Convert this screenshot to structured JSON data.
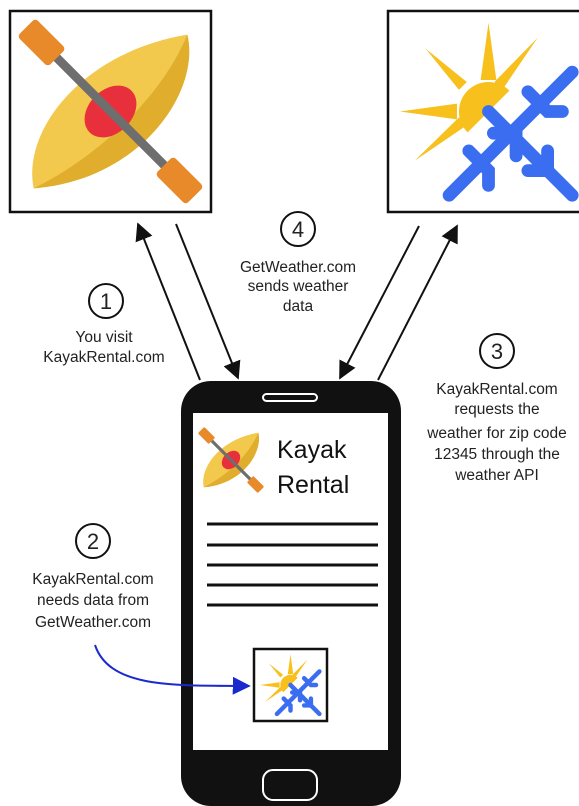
{
  "steps": [
    {
      "number": "1",
      "lines": [
        "You visit",
        "KayakRental.com"
      ]
    },
    {
      "number": "2",
      "lines": [
        "KayakRental.com",
        "needs data from",
        "GetWeather.com"
      ]
    },
    {
      "number": "3",
      "lines": [
        "KayakRental.com",
        "requests the",
        "weather for zip code",
        "12345 through the",
        "weather API"
      ]
    },
    {
      "number": "4",
      "lines": [
        "GetWeather.com",
        "sends weather",
        "data"
      ]
    }
  ],
  "phone": {
    "title_lines": [
      "Kayak",
      "Rental"
    ]
  },
  "icons": {
    "kayak": "kayak-icon",
    "weather": "sun-snowflake-icon"
  },
  "colors": {
    "kayak_body": "#f2c94c",
    "kayak_shadow": "#e0ad2c",
    "kayak_seat": "#e8303c",
    "paddle": "#e8892a",
    "sun": "#f7c01d",
    "snowflake": "#3a6df0",
    "pointer_arrow": "#1a2acd"
  }
}
